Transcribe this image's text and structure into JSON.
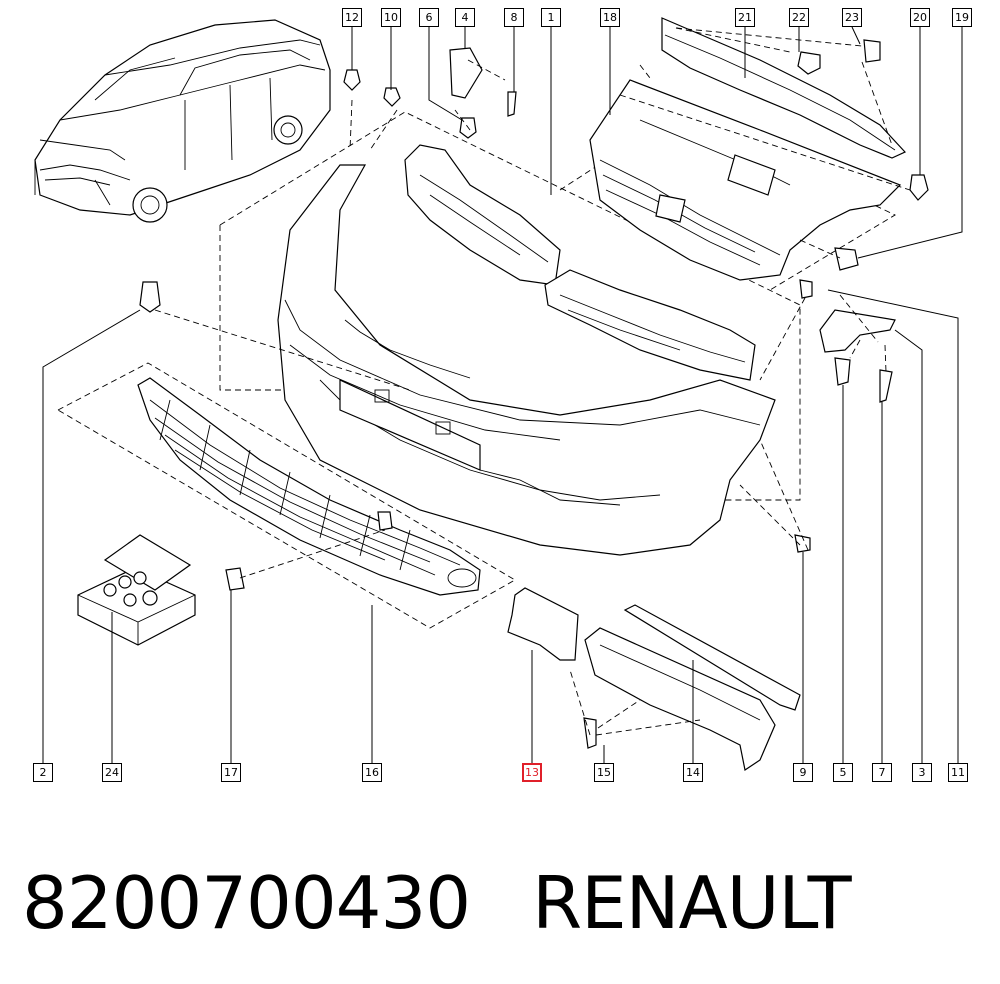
{
  "callouts": {
    "c12": "12",
    "c10": "10",
    "c6": "6",
    "c4": "4",
    "c8": "8",
    "c1": "1",
    "c18": "18",
    "c21": "21",
    "c22": "22",
    "c23": "23",
    "c20": "20",
    "c19": "19",
    "c2": "2",
    "c24": "24",
    "c17": "17",
    "c16": "16",
    "c13": "13",
    "c15": "15",
    "c14": "14",
    "c9": "9",
    "c5": "5",
    "c7": "7",
    "c3": "3",
    "c11": "11"
  },
  "highlighted_callout": "13",
  "highlight_color": "#e0202a",
  "footer": {
    "part_number": "8200700430",
    "brand": "RENAULT"
  }
}
